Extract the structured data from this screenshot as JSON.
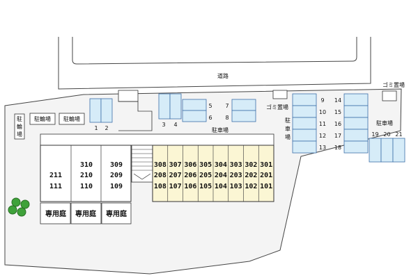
{
  "labels": {
    "road": "道路",
    "garbage_top": "ゴミ置場",
    "garbage_mid": "ゴミ置場",
    "parking_center": "駐車場",
    "parking_right": "駐車場",
    "parking_vertical": [
      "駐",
      "車",
      "場"
    ],
    "bicycle_vertical": [
      "駐",
      "輪",
      "場"
    ],
    "bicycle_1": "駐輪場",
    "bicycle_2": "駐輪場",
    "private_garden": "専用庭"
  },
  "parking": {
    "left_pair": [
      "1",
      "2"
    ],
    "pair_34": [
      "3",
      "4"
    ],
    "column_56": [
      "5",
      "6"
    ],
    "column_78": [
      "7",
      "8"
    ],
    "col_9_13": [
      "9",
      "10",
      "11",
      "12",
      "13"
    ],
    "col_14_18": [
      "14",
      "15",
      "16",
      "17",
      "18"
    ],
    "row_19_21": [
      "19",
      "20",
      "21"
    ]
  },
  "building": {
    "left_rows": [
      [
        "",
        "310",
        "309"
      ],
      [
        "211",
        "210",
        "209"
      ],
      [
        "111",
        "110",
        "109"
      ]
    ],
    "right_rows": [
      [
        "308",
        "307",
        "306",
        "305",
        "304",
        "303",
        "302",
        "301"
      ],
      [
        "208",
        "207",
        "206",
        "205",
        "204",
        "203",
        "202",
        "201"
      ],
      [
        "108",
        "107",
        "106",
        "105",
        "104",
        "103",
        "102",
        "101"
      ]
    ]
  },
  "colors": {
    "site_fill": "#f4f4f4",
    "parking_fill": "#d6ecf8",
    "parking_stroke": "#3d6fa8",
    "building_fill": "#fbf6d4",
    "tree": "#3fa23a"
  }
}
